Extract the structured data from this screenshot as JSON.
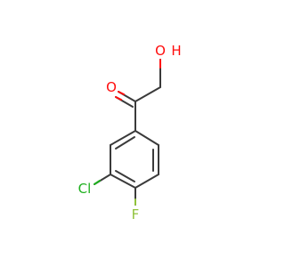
{
  "molecule": {
    "atom_labels": {
      "hydroxyl_o": "O",
      "hydroxyl_h": "H",
      "carbonyl_o": "O",
      "chlorine": "Cl",
      "fluorine": "F"
    },
    "colors": {
      "bond": "#3a3a3a",
      "oxygen": "#ff0d0d",
      "chlorine": "#1fb01f",
      "fluorine": "#8fc23a",
      "background": "#ffffff"
    }
  }
}
